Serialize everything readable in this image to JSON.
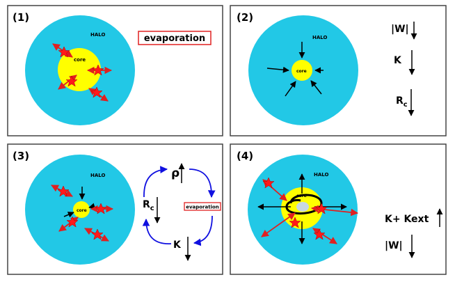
{
  "panels": {
    "p1": {
      "label": "(1)",
      "halo_label": "HALO",
      "core_label": "core",
      "box_label": "evaporation"
    },
    "p2": {
      "label": "(2)",
      "halo_label": "HALO",
      "core_label": "core",
      "eq1": "|W|",
      "eq2": "K",
      "eq3_main": "R",
      "eq3_sub": "c"
    },
    "p3": {
      "label": "(3)",
      "halo_label": "HALO",
      "core_label": "core",
      "rho": "ρ",
      "rc_main": "R",
      "rc_sub": "c",
      "k": "K",
      "box_label": "evaporation"
    },
    "p4": {
      "label": "(4)",
      "halo_label": "HALO",
      "core_label": "core",
      "eq1": "K+ Kext",
      "eq2": "|W|"
    }
  },
  "colors": {
    "halo": "#22c8e6",
    "core": "#ffff00",
    "star": "#ff1a1a",
    "arrow_red": "#e02020",
    "arrow_blue": "#1010e0",
    "border": "#444444",
    "box_border": "#e02020"
  }
}
